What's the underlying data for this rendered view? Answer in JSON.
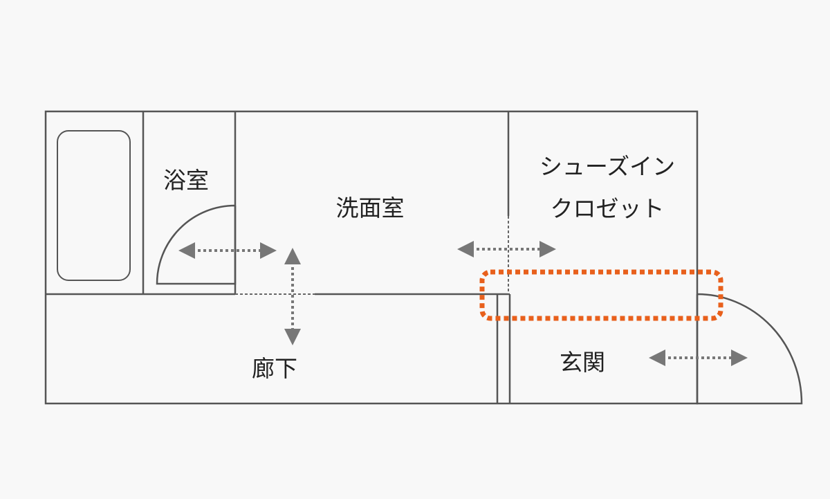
{
  "rooms": {
    "bathroom": "浴室",
    "washroom": "洗面室",
    "shoe_closet_line1": "シューズイン",
    "shoe_closet_line2": "クロゼット",
    "hallway": "廊下",
    "entrance": "玄関"
  },
  "colors": {
    "background": "#f8f8f8",
    "wall": "#555555",
    "arrow": "#777777",
    "highlight": "#e8601c",
    "text": "#222222"
  },
  "icons": {
    "bathtub": "bathtub-icon",
    "arrow_horizontal": "double-arrow-horizontal-icon",
    "arrow_vertical": "double-arrow-vertical-icon"
  }
}
